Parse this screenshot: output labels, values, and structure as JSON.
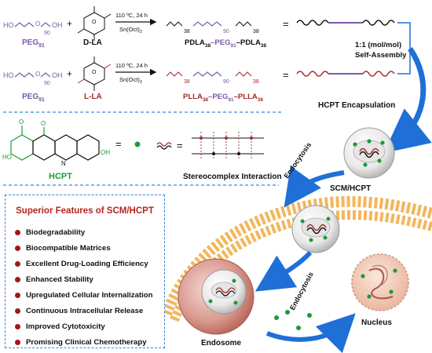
{
  "reaction1": {
    "reactant1_main": "HO",
    "reactant1_end": "OH",
    "reactant1_n": "90",
    "reactant1_name": "PEG",
    "reactant1_sub": "91",
    "plus": "+",
    "reactant2_name": "D-LA",
    "condition_top": "110 ºC, 24 h",
    "condition_bottom": "Sn(Oct)",
    "condition_bottom_sub": "2",
    "product_n_left": "38",
    "product_n_mid": "90",
    "product_n_right": "38",
    "product_parts": [
      "PDLA",
      "38",
      "–PEG",
      "91",
      "–PDLA",
      "38"
    ],
    "equals": "="
  },
  "reaction2": {
    "reactant1_main": "HO",
    "reactant1_end": "OH",
    "reactant1_n": "90",
    "reactant1_name": "PEG",
    "reactant1_sub": "91",
    "plus": "+",
    "reactant2_name": "L-LA",
    "condition_top": "110 ºC, 24 h",
    "condition_bottom": "Sn(Oct)",
    "condition_bottom_sub": "2",
    "product_n_left": "38",
    "product_n_mid": "90",
    "product_n_right": "38",
    "product_parts": [
      "PLLA",
      "38",
      "–PEG",
      "91",
      "–PLLA",
      "38"
    ],
    "equals": "="
  },
  "assembly_label_line1": "1:1 (mol/mol)",
  "assembly_label_line2": "Self-Assembly",
  "encapsulation_label": "HCPT Encapsulation",
  "legend": {
    "drug_name": "HCPT",
    "drug_oh_left": "HO",
    "drug_oh_right": "OH",
    "drug_n": "N",
    "drug_o_labels": [
      "O",
      "O"
    ],
    "equals1": "=",
    "equals2": "=",
    "stereocomplex_label": "Stereocomplex Interaction"
  },
  "process": {
    "endocytosis_top": "Endocytosis",
    "scm_label": "SCM/HCPT",
    "endocytosis_bottom": "Endocytosis",
    "endosome_label": "Endosome",
    "nucleus_label": "Nucleus"
  },
  "features": {
    "title": "Superior Features of SCM/HCPT",
    "items": [
      "Biodegradability",
      "Biocompatible Matrices",
      "Excellent Drug-Loading Efficiency",
      "Enhanced Stability",
      "Upregulated Cellular Internalization",
      "Continuous Intracellular Release",
      "Improved Cytotoxicity",
      "Promising Clinical Chemotherapy"
    ]
  },
  "colors": {
    "peg_purple": "#7b5aa6",
    "pdla_black": "#111111",
    "plla_red": "#a32a2a",
    "hcpt_green": "#1e9a3a",
    "arrow_blue": "#1f6fd6",
    "membrane_orange": "#f2b75e",
    "features_title_red": "#b3261e",
    "bullet_red": "#a01818"
  }
}
